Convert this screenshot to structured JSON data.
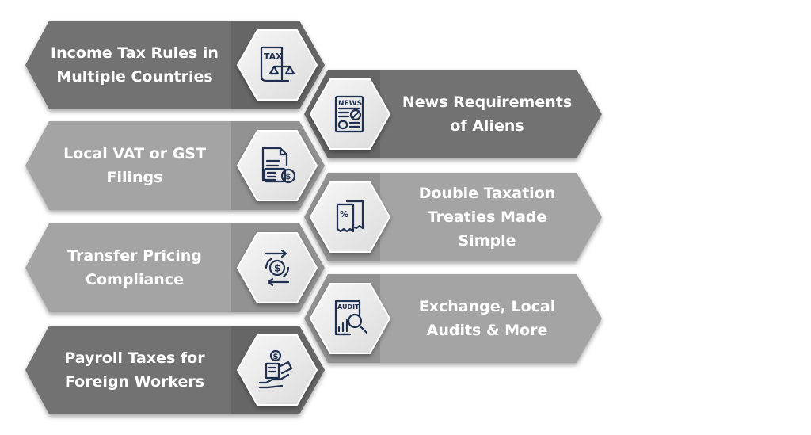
{
  "items": [
    {
      "id": "income-tax",
      "side": "left",
      "lines": [
        "Income Tax Rules in",
        "Multiple Countries"
      ],
      "color": "#727272",
      "icon": "tax-scale-icon",
      "icon_text": "TAX"
    },
    {
      "id": "news-requirements",
      "side": "right",
      "lines": [
        "News Requirements",
        "of Aliens"
      ],
      "color": "#727272",
      "icon": "newspaper-icon",
      "icon_text": "NEWS"
    },
    {
      "id": "local-vat",
      "side": "left",
      "lines": [
        "Local VAT or GST",
        "Filings"
      ],
      "color": "#a4a4a4",
      "icon": "document-calculator-icon",
      "icon_text": ""
    },
    {
      "id": "double-taxation",
      "side": "right",
      "lines": [
        "Double Taxation",
        "Treaties  Made",
        "Simple"
      ],
      "color": "#a4a4a4",
      "icon": "percent-receipts-icon",
      "icon_text": "%"
    },
    {
      "id": "transfer-pricing",
      "side": "left",
      "lines": [
        "Transfer Pricing",
        "Compliance"
      ],
      "color": "#a4a4a4",
      "icon": "money-transfer-icon",
      "icon_text": "$"
    },
    {
      "id": "exchange-audits",
      "side": "right",
      "lines": [
        "Exchange, Local",
        "Audits &  More"
      ],
      "color": "#a4a4a4",
      "icon": "audit-magnifier-icon",
      "icon_text": "AUDIT"
    },
    {
      "id": "payroll-taxes",
      "side": "left",
      "lines": [
        "Payroll Taxes for",
        "Foreign Workers"
      ],
      "color": "#727272",
      "icon": "payroll-hand-icon",
      "icon_text": "$"
    }
  ],
  "colors": {
    "dark": "#727272",
    "light": "#a4a4a4",
    "icon_stroke": "#1e2f4f",
    "hex_tile": "#ececec"
  }
}
